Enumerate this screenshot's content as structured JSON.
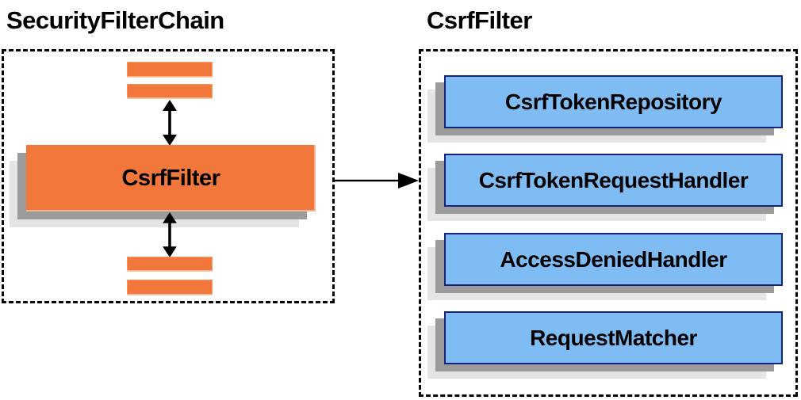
{
  "diagram": {
    "left_panel": {
      "title": "SecurityFilterChain",
      "csrf_filter_label": "CsrfFilter"
    },
    "right_panel": {
      "title": "CsrfFilter",
      "components": [
        "CsrfTokenRepository",
        "CsrfTokenRequestHandler",
        "AccessDeniedHandler",
        "RequestMatcher"
      ]
    },
    "colors": {
      "orange": "#F2773A",
      "blue_fill": "#80BCF4",
      "blue_border": "#14247D",
      "shadow_dark": "#9B9B9B",
      "shadow_light": "#E4E4E4",
      "arrow_black": "#000000"
    }
  }
}
